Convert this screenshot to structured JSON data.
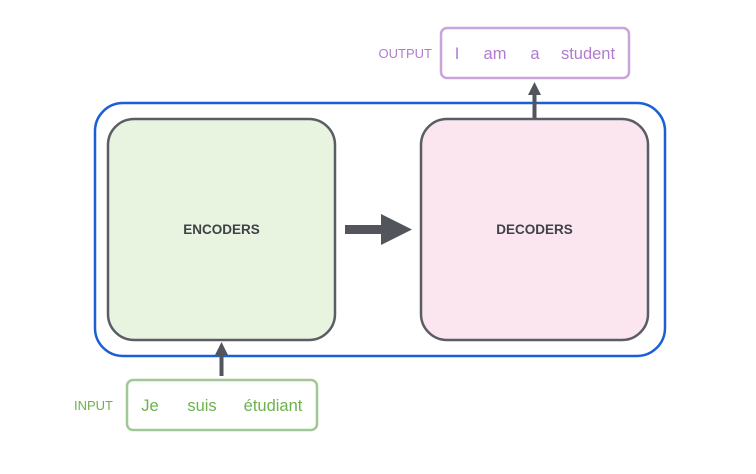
{
  "output": {
    "label": "OUTPUT",
    "tokens": [
      "I",
      "am",
      "a",
      "student"
    ]
  },
  "input": {
    "label": "INPUT",
    "tokens": [
      "Je",
      "suis",
      "étudiant"
    ]
  },
  "encoders": {
    "label": "ENCODERS"
  },
  "decoders": {
    "label": "DECODERS"
  },
  "colors": {
    "container_border": "#1a5fd6",
    "block_border": "#5a5d63",
    "encoder_fill": "#e8f3e0",
    "decoder_fill": "#fbe6f0",
    "arrow": "#52555b",
    "output_color": "#b27ad0",
    "output_border": "#c9a4da",
    "input_color": "#6db24d",
    "input_border": "#9fc896",
    "block_text": "#3f4247"
  }
}
